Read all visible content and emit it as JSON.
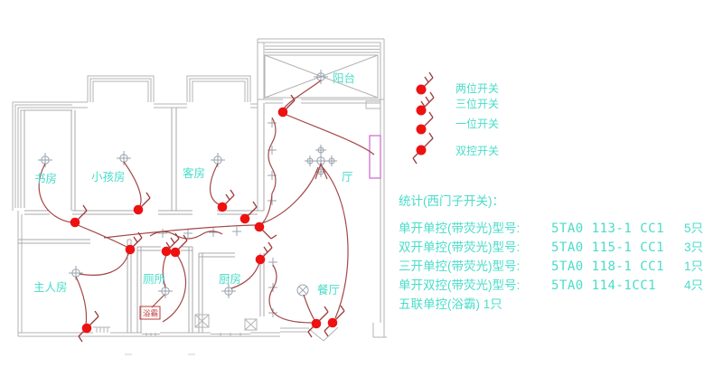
{
  "drawing": {
    "type": "electrical-switch-floor-plan",
    "rooms": {
      "study": "书房",
      "kids": "小孩房",
      "guest": "客房",
      "balcony": "阳台",
      "hall": "厅",
      "master": "主人房",
      "toilet": "厕所",
      "kitchen": "厨房",
      "dining": "餐厅",
      "bath_heater": "浴霸"
    }
  },
  "legend": {
    "items": [
      {
        "label": "两位开关",
        "type": "two-gang-switch"
      },
      {
        "label": "三位开关",
        "type": "three-gang-switch"
      },
      {
        "label": "一位开关",
        "type": "one-gang-switch"
      },
      {
        "label": "双控开关",
        "type": "two-way-switch"
      }
    ]
  },
  "stats": {
    "title": "统计(西门子开关)：",
    "rows": [
      {
        "label": "单开单控(带荧光)型号:",
        "model": "5TA0 113-1 CC1",
        "qty": "5只"
      },
      {
        "label": "双开单控(带荧光)型号:",
        "model": "5TA0 115-1 CC1",
        "qty": "3只"
      },
      {
        "label": "三开单控(带荧光)型号:",
        "model": "5TA0 118-1 CC1",
        "qty": "1只"
      },
      {
        "label": "单开双控(带荧光)型号:",
        "model": "5TA0 114-1CC1",
        "qty": "4只"
      },
      {
        "label": "五联单控(浴霸) 1只",
        "model": "",
        "qty": ""
      }
    ]
  },
  "colors": {
    "label_cyan": "#49dcc9",
    "wire_red": "#a34848",
    "switch_red": "#ee1111",
    "wall_gray": "#b3b3b3",
    "door_magenta": "#cc66cc",
    "bath_label_red": "#c03a3a"
  }
}
